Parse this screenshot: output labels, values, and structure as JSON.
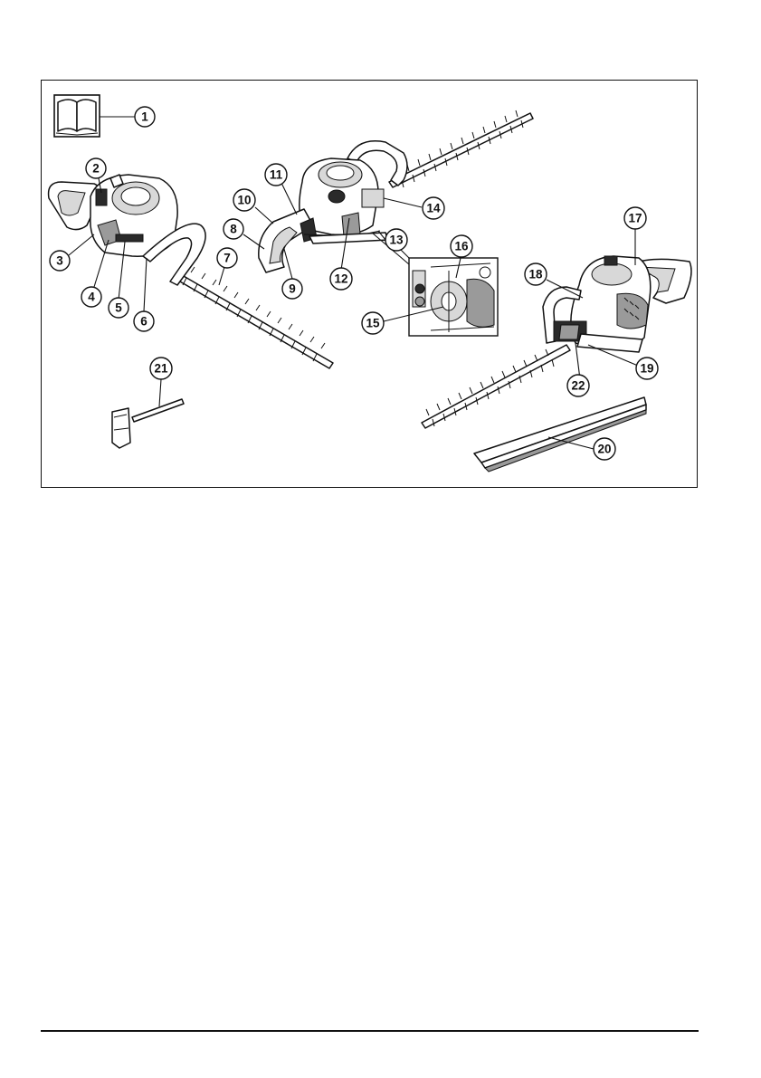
{
  "callouts": [
    {
      "id": "1",
      "label": "1"
    },
    {
      "id": "2",
      "label": "2"
    },
    {
      "id": "3",
      "label": "3"
    },
    {
      "id": "4",
      "label": "4"
    },
    {
      "id": "5",
      "label": "5"
    },
    {
      "id": "6",
      "label": "6"
    },
    {
      "id": "7",
      "label": "7"
    },
    {
      "id": "8",
      "label": "8"
    },
    {
      "id": "9",
      "label": "9"
    },
    {
      "id": "10",
      "label": "10"
    },
    {
      "id": "11",
      "label": "11"
    },
    {
      "id": "12",
      "label": "12"
    },
    {
      "id": "13",
      "label": "13"
    },
    {
      "id": "14",
      "label": "14"
    },
    {
      "id": "15",
      "label": "15"
    },
    {
      "id": "16",
      "label": "16"
    },
    {
      "id": "17",
      "label": "17"
    },
    {
      "id": "18",
      "label": "18"
    },
    {
      "id": "19",
      "label": "19"
    },
    {
      "id": "20",
      "label": "20"
    },
    {
      "id": "21",
      "label": "21"
    },
    {
      "id": "22",
      "label": "22"
    }
  ],
  "icons": [
    "manual-book-icon"
  ]
}
